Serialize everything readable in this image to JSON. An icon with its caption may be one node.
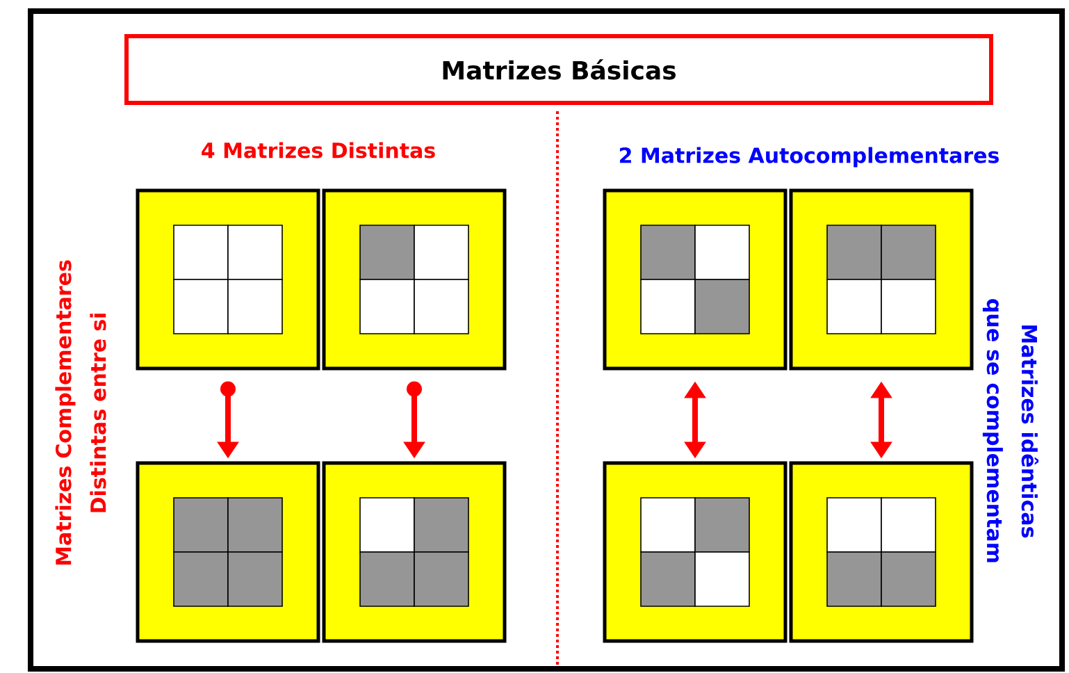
{
  "diagram": {
    "title": "Matrizes Básicas",
    "nodes": [
      {
        "text": [],
        "shape": "box"
      },
      {
        "text": [],
        "shape": "box"
      },
      {
        "text": [],
        "shape": "box"
      },
      {
        "text": [],
        "shape": "box"
      },
      {
        "text": [],
        "shape": "box"
      },
      {
        "text": [],
        "shape": "box"
      },
      {
        "text": [],
        "shape": "box"
      },
      {
        "text": [],
        "shape": "box"
      }
    ],
    "edges": [
      {
        "from": 0,
        "to": 4,
        "arrow": "to"
      },
      {
        "from": 1,
        "to": 5,
        "arrow": "to"
      },
      {
        "from": 2,
        "to": 6,
        "arrow": "both"
      },
      {
        "from": 3,
        "to": 7,
        "arrow": "both"
      }
    ],
    "labels": [
      "4 Matrizes Distintas",
      "2 Matrizes Autocomplementares",
      "Matrizes Complementares Distintas entre si",
      "Matrizes idênticas que se complementam"
    ]
  }
}
